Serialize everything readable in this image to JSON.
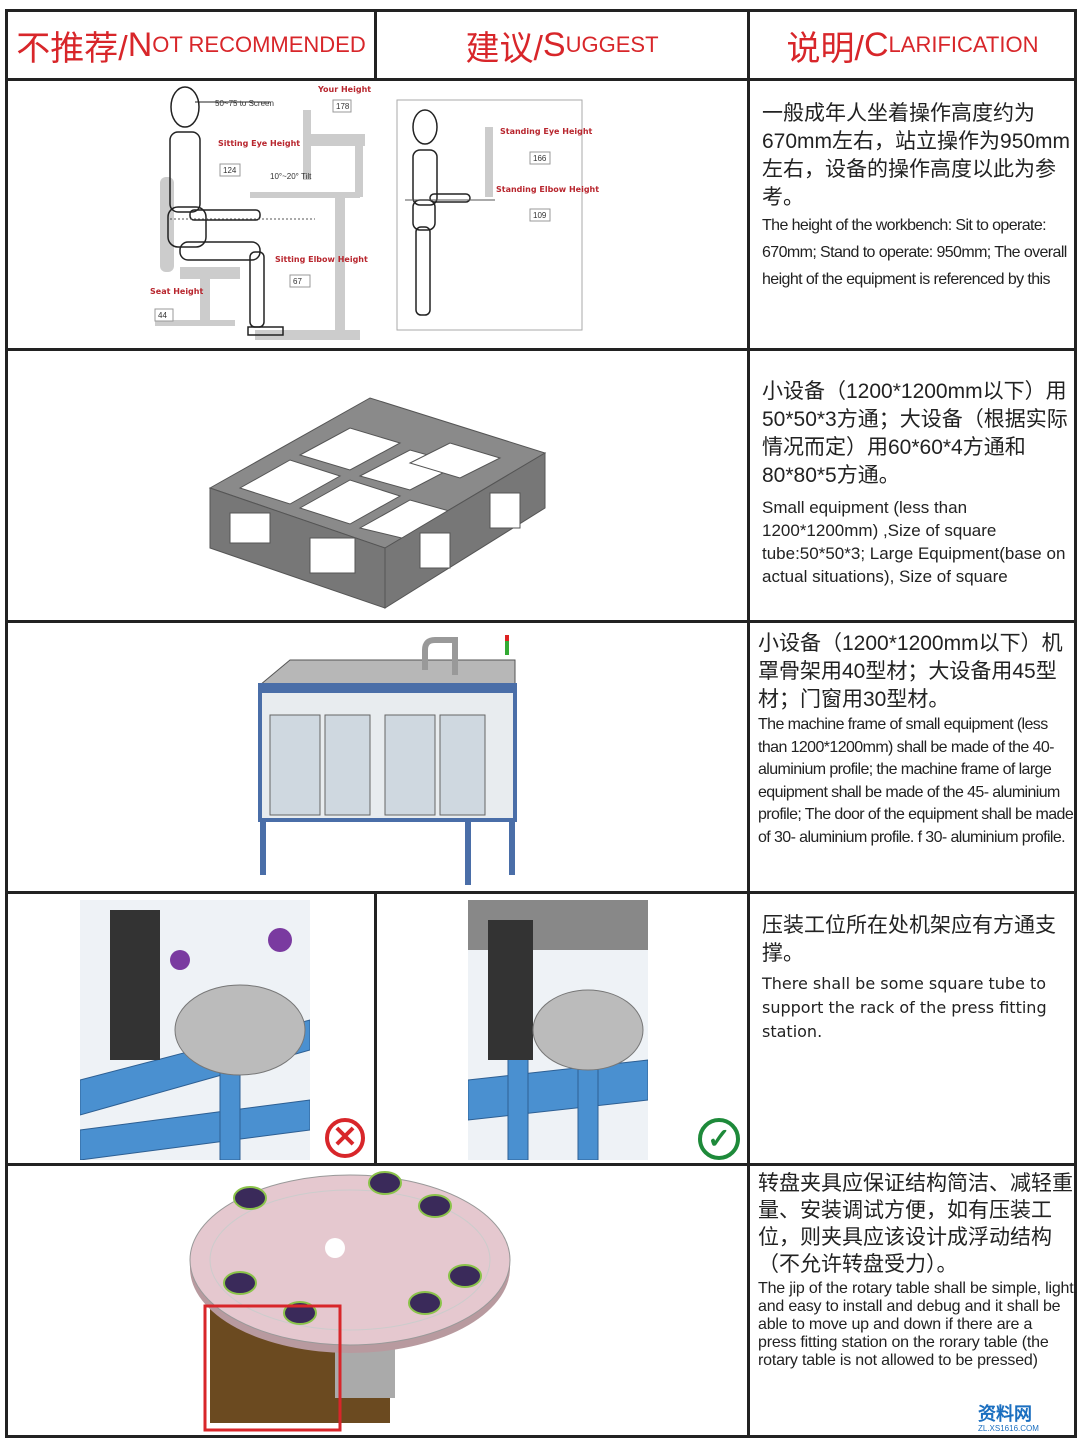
{
  "header": {
    "col1": {
      "zh": "不推荐/",
      "en_cap": "N",
      "en_rest": "OT RECOMMENDED"
    },
    "col2": {
      "zh": "建议/",
      "en_cap": "S",
      "en_rest": "UGGEST"
    },
    "col3": {
      "zh": "说明/",
      "en_cap": "C",
      "en_rest": "LARIFICATION"
    }
  },
  "rows": [
    {
      "figure": {
        "screen_distance": "50~75 to Screen",
        "your_height_label": "Your Height",
        "your_height": "178",
        "sitting_eye_label": "Sitting Eye Height",
        "sitting_eye": "124",
        "tilt": "10°~20° Tilt",
        "sitting_elbow_label": "Sitting Elbow Height",
        "sitting_elbow": "67",
        "seat_label": "Seat Height",
        "seat": "44",
        "standing_eye_label": "Standing Eye Height",
        "standing_eye": "166",
        "standing_elbow_label": "Standing Elbow Height",
        "standing_elbow": "109"
      },
      "zh": "一般成年人坐着操作高度约为670mm左右，站立操作为950mm左右，设备的操作高度以此为参考。",
      "en": "The height of the workbench: Sit to operate: 670mm; Stand to operate: 950mm; The overall height of the equipment is referenced by this"
    },
    {
      "zh": "小设备（1200*1200mm以下）用50*50*3方通；大设备（根据实际情况而定）用60*60*4方通和80*80*5方通。",
      "en": "Small equipment (less than 1200*1200mm) ,Size of square tube:50*50*3; Large Equipment(base on actual situations), Size of square"
    },
    {
      "zh": "小设备（1200*1200mm以下）机罩骨架用40型材；大设备用45型材；门窗用30型材。",
      "en": "The machine frame of small equipment (less than 1200*1200mm) shall be made of the 40- aluminium profile; the machine frame of large equipment shall be made of the 45- aluminium profile; The door of the equipment shall be made of 30- aluminium profile. f 30- aluminium profile."
    },
    {
      "zh": "压装工位所在处机架应有方通支撑。",
      "en": "There shall be some square tube to support the rack of the press fitting station.",
      "not_recommended_icon": "x-circle-icon",
      "suggest_icon": "check-circle-icon"
    },
    {
      "zh": "转盘夹具应保证结构简洁、减轻重量、安装调试方便，如有压装工位，则夹具应该设计成浮动结构（不允许转盘受力）。",
      "en": "The jip of the rotary table shall be simple, light and easy to install and debug and it shall be able to move up and down if there are a press fitting station on the rorary table (the rotary table is not allowed to be pressed)"
    }
  ],
  "watermark": {
    "name": "资料网",
    "url": "ZL.XS1616.COM"
  },
  "colors": {
    "header_red": "#d8262a",
    "frame_blue": "#4a90d0",
    "x_red": "#d8262a",
    "check_green": "#1e8a3a"
  }
}
